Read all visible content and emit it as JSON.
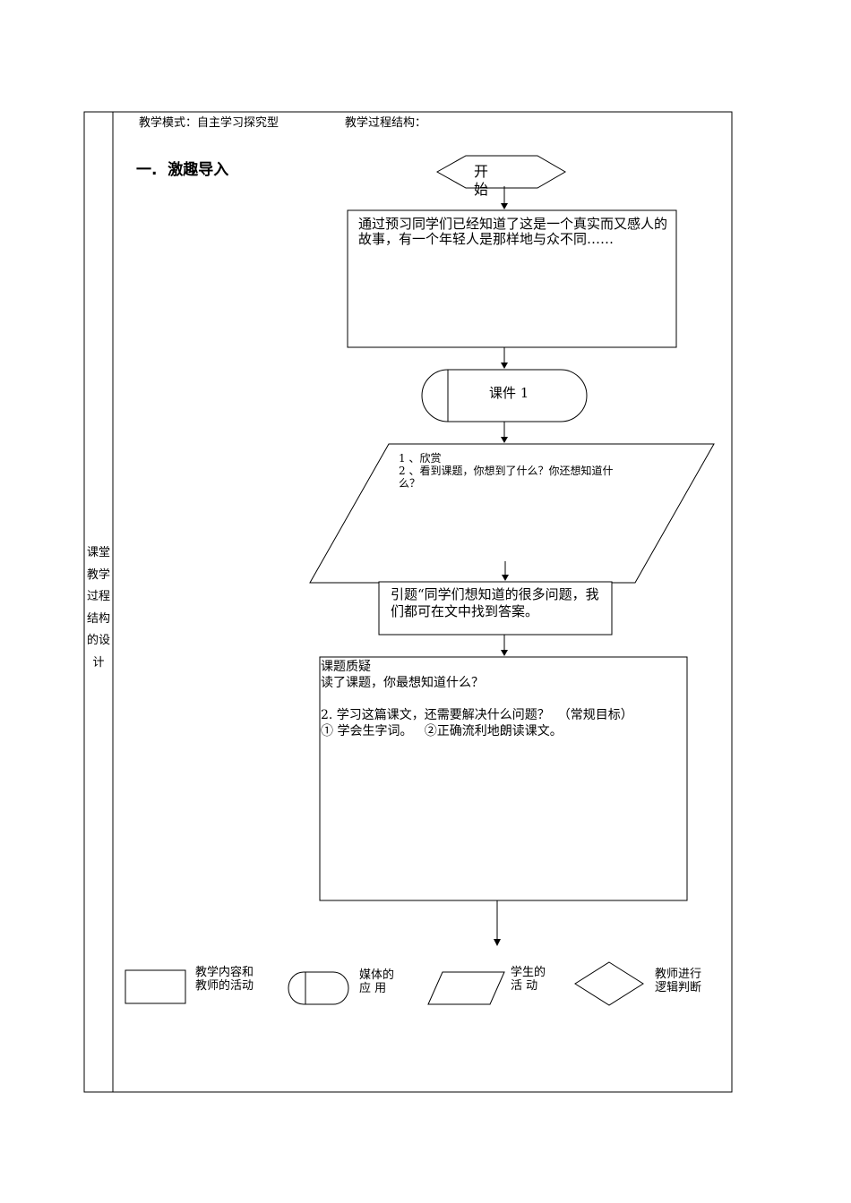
{
  "header": {
    "mode": "教学模式：自主学习探究型",
    "structure": "教学过程结构："
  },
  "side_label": [
    "课堂",
    "教学",
    "过程",
    "结构",
    "的设",
    "计"
  ],
  "section_title": "一.  激趣导入",
  "flow": {
    "start": "开\n始",
    "box1": "通过预习同学们已经知道了这是一个真实而又感人的故事，有一个年轻人是那样地与众不同……",
    "media1": "课件 1",
    "para": "1 、欣赏\n2 、看到课题，你想到了什么？你还想知道什么？",
    "box2": "引题“同学们想知道的很多问题，我们都可在文中找到答案。",
    "box3": "课题质疑\n读了课题，你最想知道什么？\n\n2. 学习这篇课文，还需要解决什么问题？  （常规目标）\n① 学会生字词。   ②正确流利地朗读课文。"
  },
  "legend": {
    "rect": "教学内容和\n教师的活动",
    "media": "媒体的\n应 用",
    "para": "学生的\n活 动",
    "diamond": "教师进行\n逻辑判断"
  }
}
